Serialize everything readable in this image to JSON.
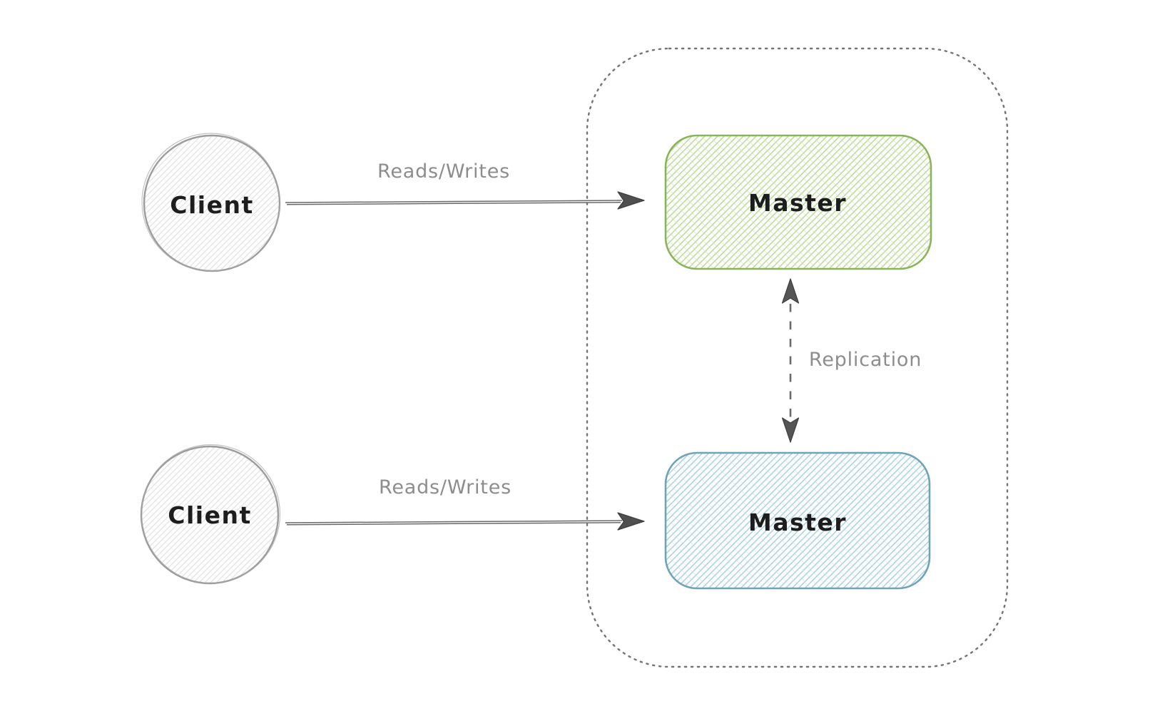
{
  "diagram": {
    "kind": "hand-drawn-architecture-diagram",
    "topic": "master-master-replication",
    "cluster": {
      "id": "masters-group",
      "style": "dotted-rounded-boundary"
    },
    "nodes": [
      {
        "id": "client-top",
        "label": "Client",
        "shape": "circle",
        "hatch": "gray"
      },
      {
        "id": "client-bottom",
        "label": "Client",
        "shape": "circle",
        "hatch": "gray"
      },
      {
        "id": "master-top",
        "label": "Master",
        "shape": "rounded-rect",
        "hatch": "green"
      },
      {
        "id": "master-bottom",
        "label": "Master",
        "shape": "rounded-rect",
        "hatch": "blue"
      }
    ],
    "edges": [
      {
        "id": "reads-writes-top",
        "label": "Reads/Writes",
        "from": "client-top",
        "to": "master-top",
        "style": "solid-arrow"
      },
      {
        "id": "reads-writes-bottom",
        "label": "Reads/Writes",
        "from": "client-bottom",
        "to": "master-bottom",
        "style": "solid-arrow"
      },
      {
        "id": "replication",
        "label": "Replication",
        "from": "master-top",
        "to": "master-bottom",
        "style": "dashed-double-arrow"
      }
    ],
    "colors": {
      "background": "#ffffff",
      "master_top_border": "#8ab35a",
      "master_top_hatch": "#b8d894",
      "master_bottom_border": "#6fa3b7",
      "master_bottom_hatch": "#a4cfdd",
      "client_border": "#9c9c9c",
      "client_hatch": "#e2e2e2",
      "cluster_border": "#737373",
      "arrow": "#5f5f5f",
      "arrowhead_fill": "#4f4f4f",
      "edge_label_text": "#8d8d8d",
      "node_label_text": "#1d1d1d"
    }
  }
}
